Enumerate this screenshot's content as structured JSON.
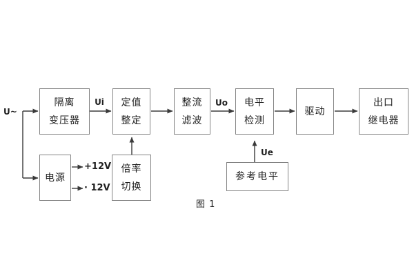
{
  "figure": {
    "caption": "图 1",
    "source_label": "U~",
    "blocks": {
      "isolation_transformer": {
        "line1": "隔离",
        "line2": "变压器"
      },
      "setpoint_setting": {
        "line1": "定值",
        "line2": "整定"
      },
      "rectify_filter": {
        "line1": "整流",
        "line2": "滤波"
      },
      "level_detect": {
        "line1": "电平",
        "line2": "检测"
      },
      "drive": {
        "line1": "驱动"
      },
      "outlet_relay": {
        "line1": "出口",
        "line2": "继电器"
      },
      "power_supply": {
        "line1": "电源"
      },
      "ratio_switch": {
        "line1": "倍率",
        "line2": "切换"
      },
      "reference_level": {
        "line1": "参考电平"
      }
    },
    "signals": {
      "ui": "Ui",
      "uo": "Uo",
      "ue": "Ue",
      "rail_pos": "+12V",
      "rail_neg": "· 12V"
    },
    "colors": {
      "background": "#ffffff",
      "box_border": "#828282",
      "connector": "#3a3a3a",
      "text": "#1f1f1f"
    }
  }
}
